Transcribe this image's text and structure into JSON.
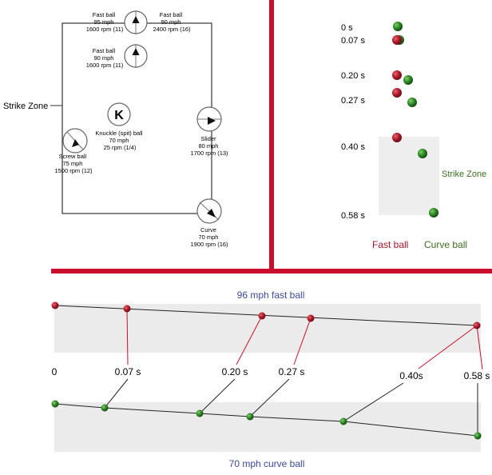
{
  "colors": {
    "divider": "#c8102e",
    "fastball": "#a3162c",
    "curveball": "#2e7d22",
    "zone_fill": "#ececec",
    "blue_label": "#3b4a9c",
    "green_label": "#3d6e1f"
  },
  "left_panel": {
    "strike_zone_label": "Strike Zone",
    "pitches": [
      {
        "id": "fastball-95",
        "lines": [
          "Fast  ball",
          "95 mph",
          "1600 rpm (11)"
        ]
      },
      {
        "id": "fastball-90-top",
        "lines": [
          "Fast  ball",
          "90 mph",
          "2400 rpm (16)"
        ]
      },
      {
        "id": "fastball-90",
        "lines": [
          "Fast  ball",
          "90 mph",
          "1600 rpm (11)"
        ]
      },
      {
        "id": "knuckle",
        "symbol": "K",
        "lines": [
          "Knuckle (spit)  ball",
          "70 mph",
          "25 rpm (1/4)"
        ]
      },
      {
        "id": "screwball",
        "lines": [
          "Screw ball",
          "75 mph",
          "1500 rpm (12)"
        ]
      },
      {
        "id": "slider",
        "lines": [
          "Slider",
          "80 mph",
          "1700 rpm (13)"
        ]
      },
      {
        "id": "curve",
        "lines": [
          "Curve",
          "70 mph",
          "1900 rpm (16)"
        ]
      }
    ]
  },
  "right_panel": {
    "times": [
      "0 s",
      "0.07 s",
      "0.20 s",
      "0.27 s",
      "0.40 s",
      "0.58 s"
    ],
    "strike_zone_label": "Strike Zone",
    "legend_fast": "Fast ball",
    "legend_curve": "Curve ball"
  },
  "bottom_panel": {
    "title_fast": "96 mph fast ball",
    "title_curve": "70 mph curve ball",
    "time_labels": [
      "0",
      "0.07 s",
      "0.20 s",
      "0.27 s",
      "0.40s",
      "0.58 s"
    ]
  }
}
